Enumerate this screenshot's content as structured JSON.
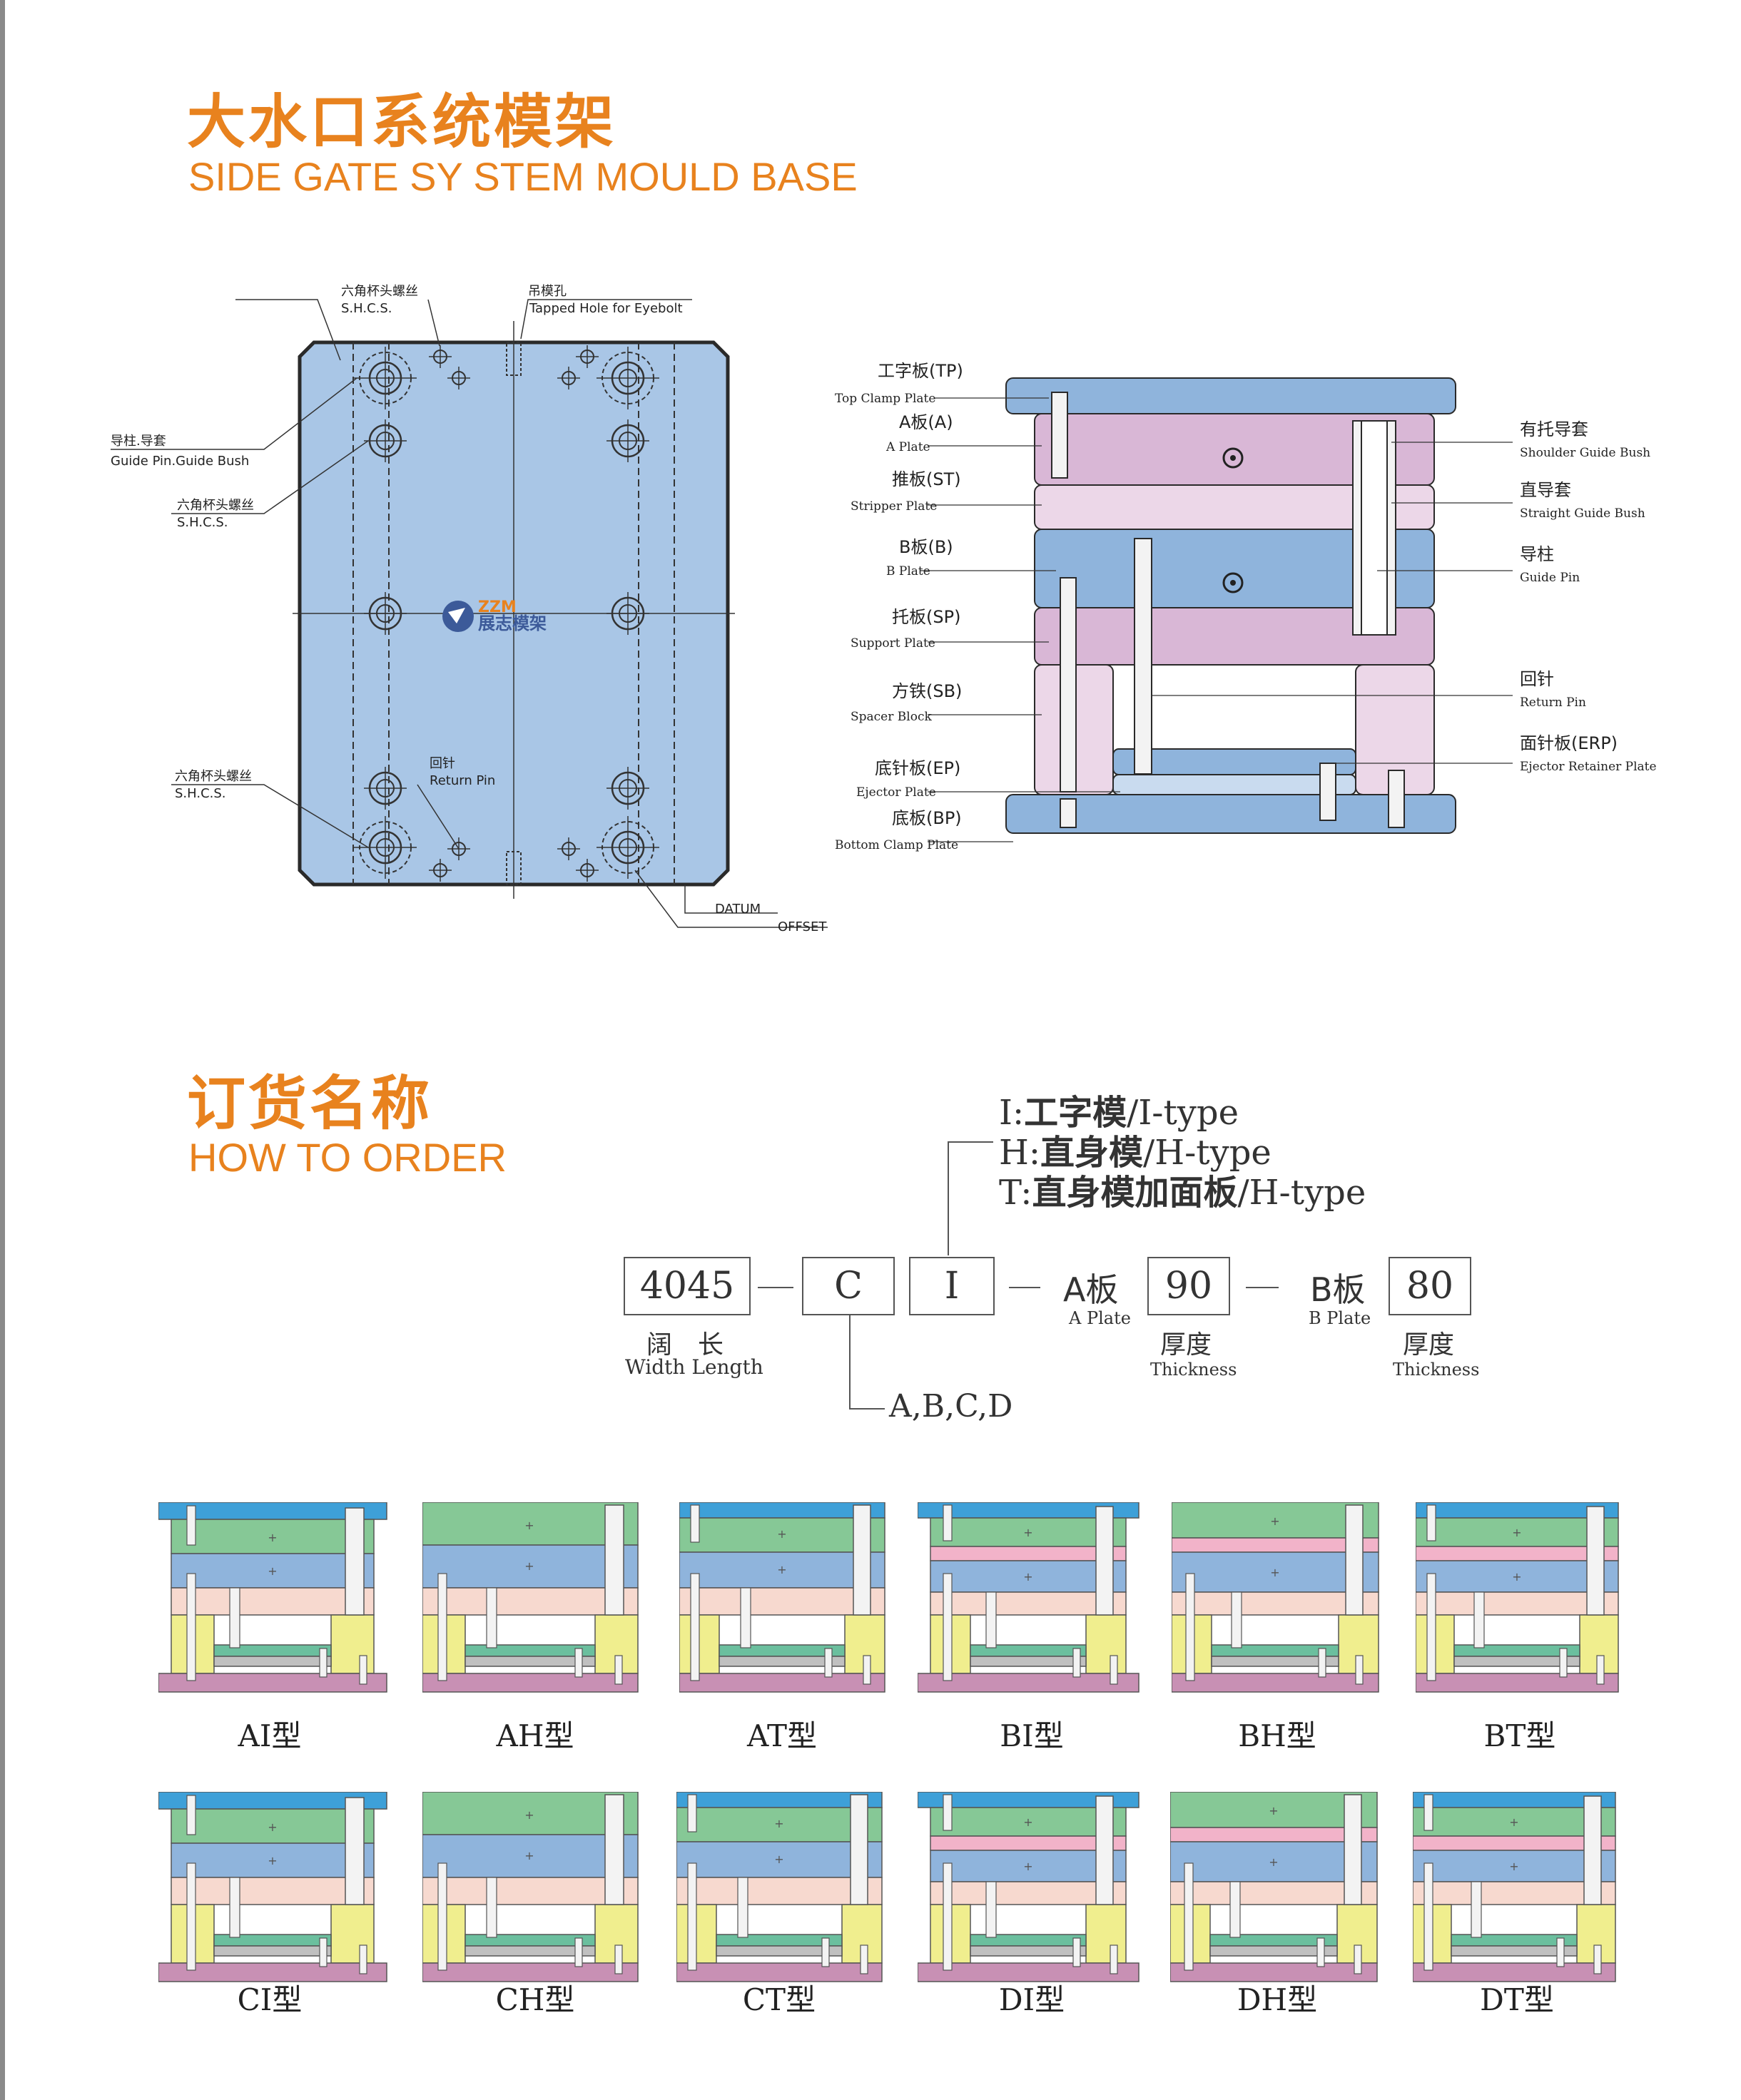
{
  "section1": {
    "title_cn": "大水口系统模架",
    "title_en": "SIDE GATE SY STEM MOULD BASE"
  },
  "plan_view": {
    "labels": {
      "shcs_top_cn": "六角杯头螺丝",
      "shcs_top_en": "S.H.C.S.",
      "eyebolt_cn": "吊模孔",
      "eyebolt_en": "Tapped Hole for Eyebolt",
      "guide_cn": "导柱.导套",
      "guide_en": "Guide Pin.Guide Bush",
      "shcs_mid_cn": "六角杯头螺丝",
      "shcs_mid_en": "S.H.C.S.",
      "shcs_low_cn": "六角杯头螺丝",
      "shcs_low_en": "S.H.C.S.",
      "return_cn": "回针",
      "return_en": "Return Pin",
      "datum": "DATUM",
      "offset": "OFFSET"
    },
    "logo_text": "展志模架",
    "logo_mark": "ZZM",
    "colors": {
      "plate": "#a9c6e6",
      "outline": "#2a2a2a"
    }
  },
  "section_view": {
    "left_labels": [
      {
        "cn": "工字板(TP)",
        "en": "Top Clamp Plate"
      },
      {
        "cn": "A板(A)",
        "en": "A Plate"
      },
      {
        "cn": "推板(ST)",
        "en": "Stripper Plate"
      },
      {
        "cn": "B板(B)",
        "en": "B Plate"
      },
      {
        "cn": "托板(SP)",
        "en": "Support Plate"
      },
      {
        "cn": "方铁(SB)",
        "en": "Spacer Block"
      },
      {
        "cn": "底针板(EP)",
        "en": "Ejector Plate"
      },
      {
        "cn": "底板(BP)",
        "en": "Bottom Clamp Plate"
      }
    ],
    "right_labels": [
      {
        "cn": "有托导套",
        "en": "Shoulder Guide Bush"
      },
      {
        "cn": "直导套",
        "en": "Straight Guide Bush"
      },
      {
        "cn": "导柱",
        "en": "Guide Pin"
      },
      {
        "cn": "回针",
        "en": "Return Pin"
      },
      {
        "cn": "面针板(ERP)",
        "en": "Ejector Retainer Plate"
      }
    ],
    "colors": {
      "blue": "#8fb4dc",
      "pink": "#d9b7d6",
      "light_pink": "#ecd7e8",
      "light_blue": "#c9dbef"
    }
  },
  "section2": {
    "title_cn": "订货名称",
    "title_en": "HOW TO ORDER"
  },
  "order": {
    "type_options": [
      {
        "code": "I:",
        "cn": "工字模",
        "en": "/I-type"
      },
      {
        "code": "H:",
        "cn": "直身模",
        "en": "/H-type"
      },
      {
        "code": "T:",
        "cn": "直身模加面板",
        "en": "/H-type"
      }
    ],
    "size_value": "4045",
    "size_cn": "阔　长",
    "size_en": "Width Length",
    "series_value": "C",
    "series_options": "A,B,C,D",
    "type_value": "I",
    "a_label_cn": "A板",
    "a_label_en": "A Plate",
    "a_value": "90",
    "a_thick_cn": "厚度",
    "a_thick_en": "Thickness",
    "b_label_cn": "B板",
    "b_label_en": "B Plate",
    "b_value": "80",
    "b_thick_cn": "厚度",
    "b_thick_en": "Thickness"
  },
  "types_row1": [
    "AI型",
    "AH型",
    "AT型",
    "BI型",
    "BH型",
    "BT型"
  ],
  "types_row2": [
    "CI型",
    "CH型",
    "CT型",
    "DI型",
    "DH型",
    "DT型"
  ],
  "thumb_colors": {
    "top": "#3ea0d8",
    "green": "#86c896",
    "blue": "#8fb4dc",
    "peach": "#f7d9cf",
    "pink": "#f2b3c9",
    "yellow": "#f0ee8e",
    "bottom": "#c890b4",
    "ejector": "#6bbf9e"
  }
}
